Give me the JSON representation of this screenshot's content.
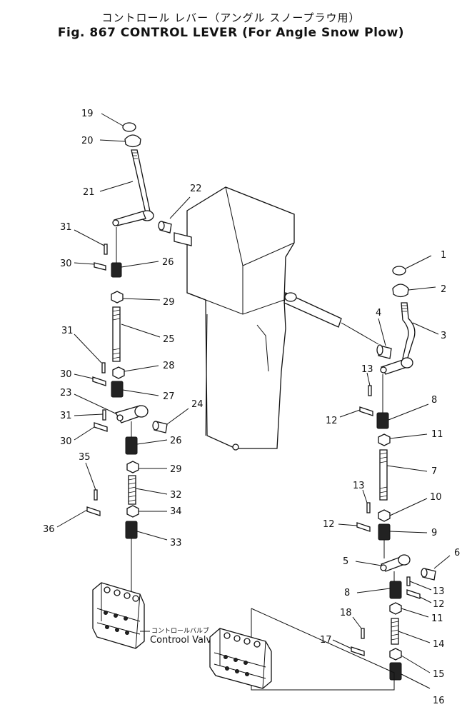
{
  "title": {
    "jp": "コントロール レバー（アングル スノープラウ用）",
    "en": "Fig. 867 CONTROL LEVER (For Angle Snow Plow)"
  },
  "valve_label": {
    "jp": "コントロールバルブ",
    "en": "Controol Valve"
  },
  "callouts": {
    "n1": "1",
    "n2": "2",
    "n3": "3",
    "n4": "4",
    "n5": "5",
    "n6": "6",
    "n7": "7",
    "n8a": "8",
    "n8b": "8",
    "n9": "9",
    "n10": "10",
    "n11a": "11",
    "n11b": "11",
    "n12a": "12",
    "n12b": "12",
    "n12c": "12",
    "n13a": "13",
    "n13b": "13",
    "n13c": "13",
    "n14": "14",
    "n15": "15",
    "n16": "16",
    "n17": "17",
    "n18": "18",
    "n19": "19",
    "n20": "20",
    "n21": "21",
    "n22": "22",
    "n23": "23",
    "n24": "24",
    "n25": "25",
    "n26a": "26",
    "n26b": "26",
    "n27": "27",
    "n28": "28",
    "n29a": "29",
    "n29b": "29",
    "n30a": "30",
    "n30b": "30",
    "n30c": "30",
    "n31a": "31",
    "n31b": "31",
    "n31c": "31",
    "n32": "32",
    "n33": "33",
    "n34": "34",
    "n35": "35",
    "n36": "36"
  }
}
